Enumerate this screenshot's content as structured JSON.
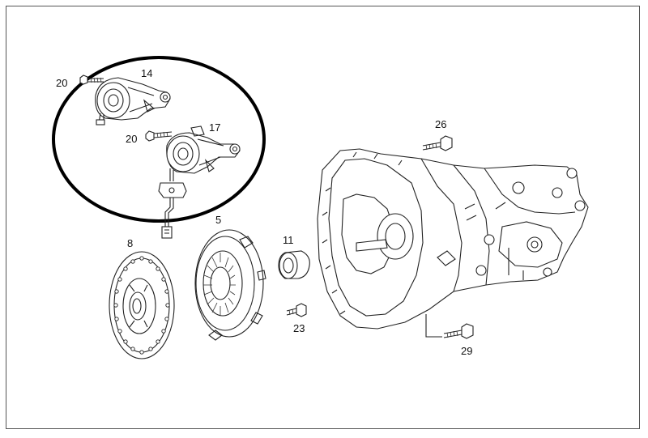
{
  "diagram": {
    "part_labels": {
      "p20a": "20",
      "p14": "14",
      "p20b": "20",
      "p17": "17",
      "p8": "8",
      "p5": "5",
      "p11": "11",
      "p23": "23",
      "p26": "26",
      "p29": "29"
    },
    "highlight_color": "#000000",
    "line_color": "#222222"
  }
}
